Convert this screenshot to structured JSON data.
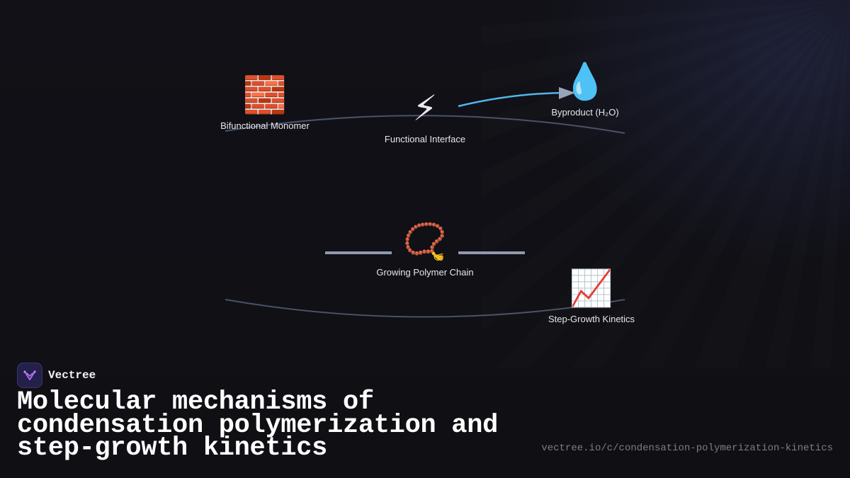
{
  "diagram": {
    "nodes": [
      {
        "id": "monomer",
        "icon": "brick-icon",
        "glyph": "🧱",
        "label": "Bifunctional Monomer"
      },
      {
        "id": "interface",
        "icon": "lightning-icon",
        "glyph": "⚡",
        "label": "Functional Interface"
      },
      {
        "id": "byproduct",
        "icon": "droplet-icon",
        "glyph": "💧",
        "label": "Byproduct (H₂O)"
      },
      {
        "id": "chain",
        "icon": "beads-icon",
        "glyph": "📿",
        "label": "Growing Polymer Chain"
      },
      {
        "id": "kinetics",
        "icon": "chart-increasing-icon",
        "glyph": "📈",
        "label": "Step-Growth Kinetics"
      }
    ],
    "colors": {
      "arrow": "#4fb6ec",
      "curve": "#4a5266",
      "bar": "#8f9ab0"
    }
  },
  "brand": {
    "name": "Vectree",
    "logo_icon": "vectree-logo-icon"
  },
  "title": "Molecular mechanisms of condensation polymerization and step-growth kinetics",
  "url": "vectree.io/c/condensation-polymerization-kinetics"
}
